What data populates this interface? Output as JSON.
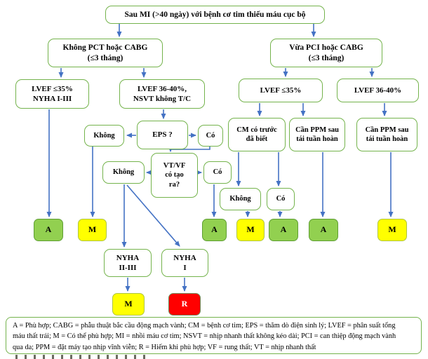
{
  "title": "ICD decision flowchart after MI (Vietnamese)",
  "colors": {
    "arrow_blue": "#4472C4",
    "box_border_green": "#74B34C",
    "outcome_green": "#92D050",
    "outcome_yellow": "#FFFF00",
    "outcome_red": "#FF0000"
  },
  "nodes": {
    "root": [
      "Sau MI (>40 ngày) với bệnh cơ tim thiếu máu cục bộ"
    ],
    "no_pci_cabg": [
      "Không PCT hoặc CABG",
      "(≤3 tháng)"
    ],
    "recent_pci_cabg": [
      "Vừa PCI hoặc CABG",
      "(≤3 tháng)"
    ],
    "lvef35_nyha": [
      "LVEF ≤35%",
      "NYHA I-III"
    ],
    "lvef3640_nsvt": [
      "LVEF 36-40%,",
      "NSVT không T/C"
    ],
    "lvef35_right": [
      "LVEF ≤35%"
    ],
    "lvef3640_right": [
      "LVEF 36-40%"
    ],
    "eps": [
      "EPS ?"
    ],
    "eps_no": [
      "Không"
    ],
    "eps_yes": [
      "Có"
    ],
    "cm_known": [
      "CM có trước",
      "đã biết"
    ],
    "ppm_after_revasc_1": [
      "Cần PPM sau",
      "tái tuần hoàn"
    ],
    "ppm_after_revasc_2": [
      "Cần PPM sau",
      "tái tuần hoàn"
    ],
    "vtvf_inducible": [
      "VT/VF",
      "có tạo",
      "ra?"
    ],
    "vtvf_no": [
      "Không"
    ],
    "vtvf_yes": [
      "Có"
    ],
    "cm_no": [
      "Không"
    ],
    "cm_yes": [
      "Có"
    ],
    "nyha_2_3": [
      "NYHA",
      "II-III"
    ],
    "nyha_1": [
      "NYHA",
      "I"
    ]
  },
  "outcomes": {
    "a1": "A",
    "m1": "M",
    "a2": "A",
    "m2": "M",
    "a3": "A",
    "a4": "A",
    "m3": "M",
    "m4": "M",
    "r1": "R"
  },
  "legend": {
    "lines": [
      "A = Phù hợp; CABG = phẫu thuật bắc cầu động mạch vành; CM = bệnh cơ tim; EPS = thăm dò điện sinh lý; LVEF = phân suất tống",
      "máu thất trái; M = Có thể phù hợp; MI = nhồi máu cơ tim; NSVT = nhịp nhanh thất không kéo dài; PCI = can thiệp động mạch vành",
      "qua da; PPM = đặt máy tạo nhịp vĩnh viễn; R = Hiếm khi phù hợp; VF = rung thất; VT = nhịp nhanh thất"
    ]
  }
}
